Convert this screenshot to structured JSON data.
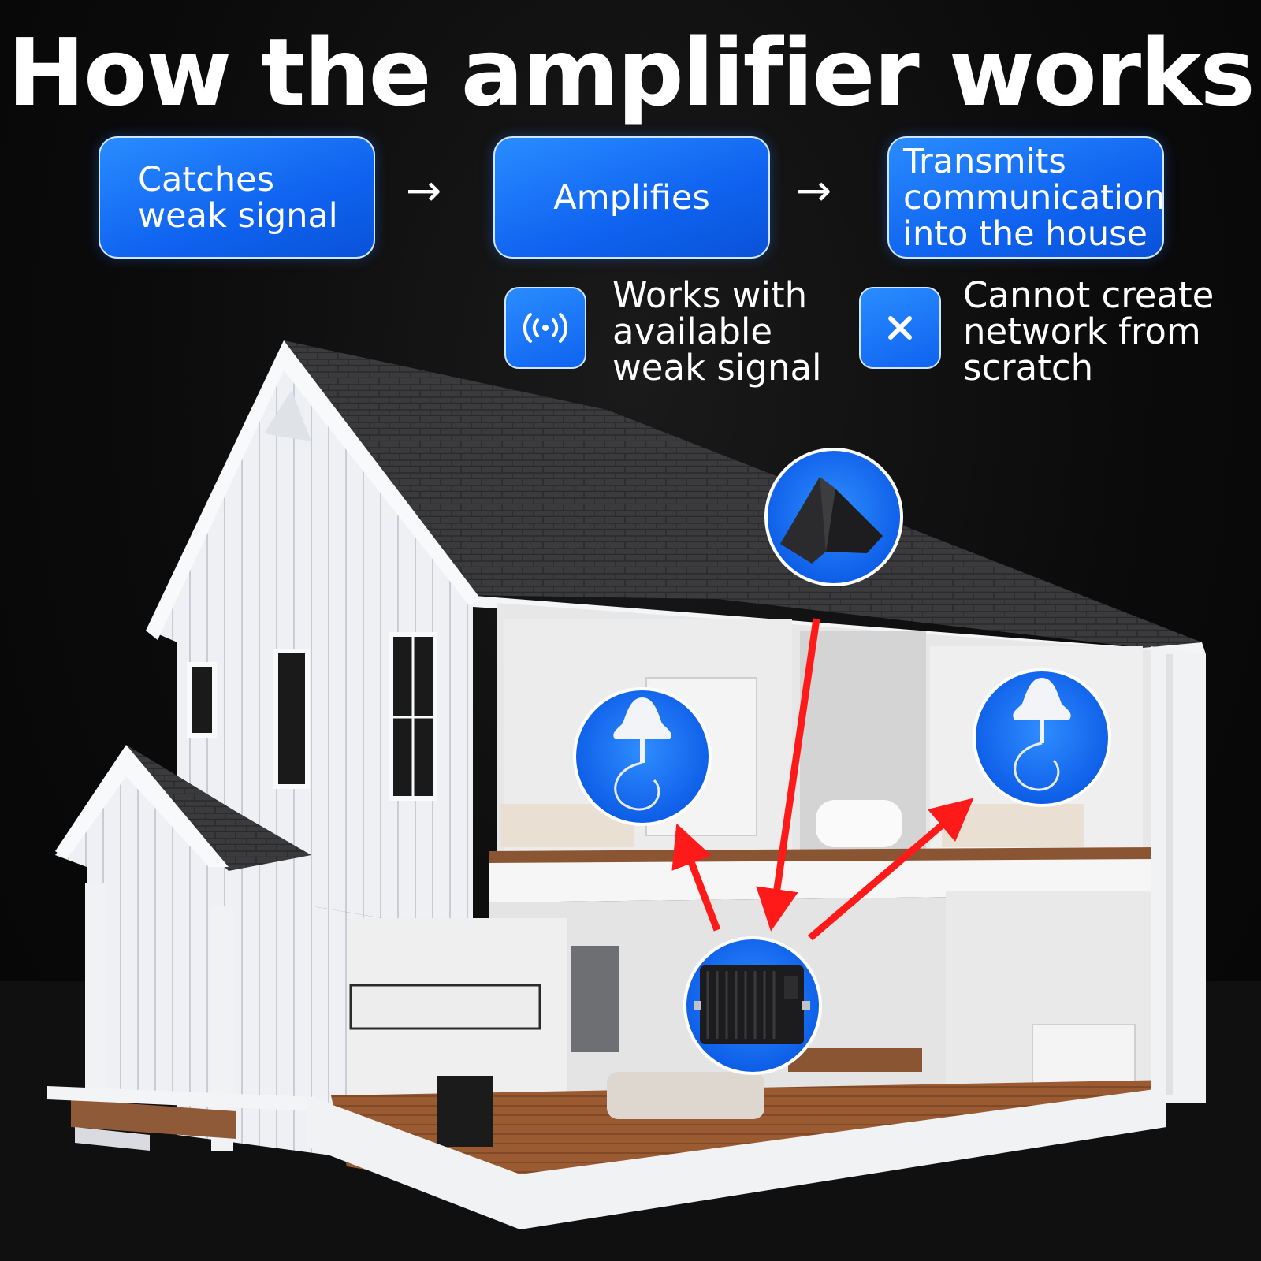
{
  "title": "How the amplifier works",
  "steps": [
    {
      "label": "Catches weak signal"
    },
    {
      "label": "Amplifies"
    },
    {
      "label": "Transmits communication into the house"
    }
  ],
  "arrow_symbol": "→",
  "notes": [
    {
      "text": "Works with available weak signal",
      "icon": "signal-waves-icon"
    },
    {
      "text": "Cannot create network from scratch",
      "icon": "close-x-icon"
    }
  ],
  "colors": {
    "accent_blue": "#1877f2",
    "signal_arrow_red": "#ff1a1a",
    "background": "#0b0b0b"
  }
}
